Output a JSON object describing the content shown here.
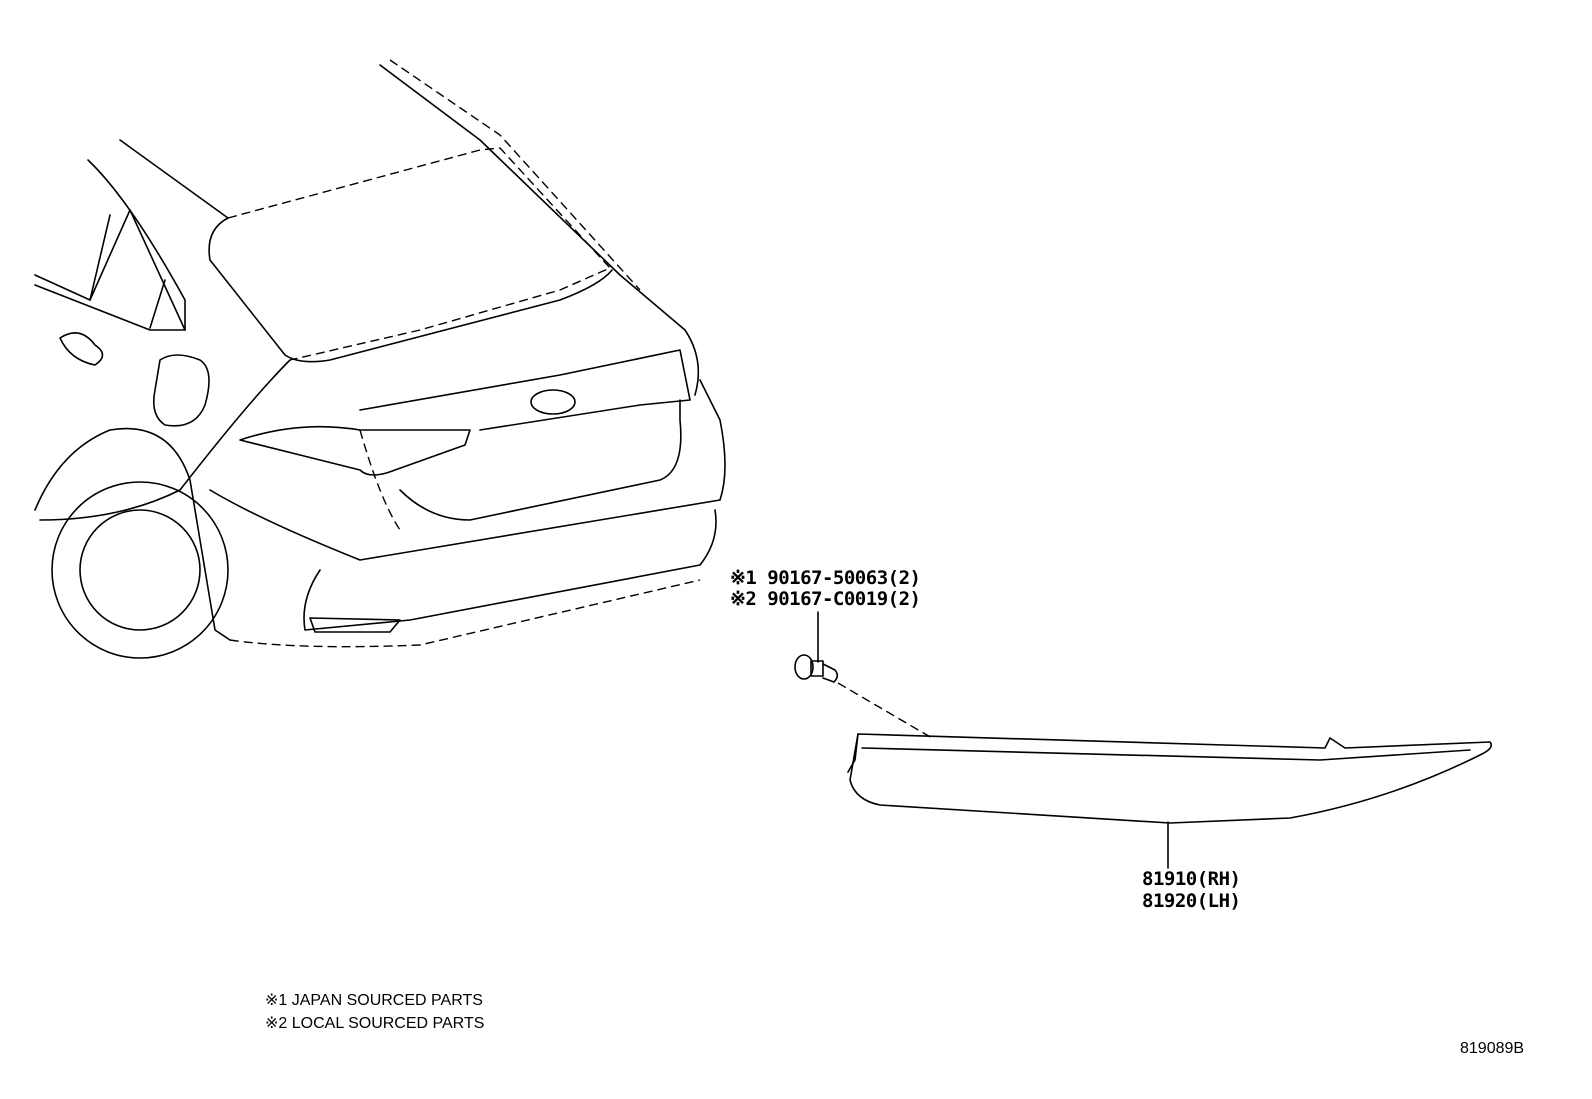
{
  "diagram_code": "819089B",
  "callouts": {
    "bolt": [
      "※1 90167-50063(2)",
      "※2 90167-C0019(2)"
    ],
    "reflector": [
      "81910(RH)",
      "81920(LH)"
    ]
  },
  "legend": [
    "※1 JAPAN SOURCED PARTS",
    "※2 LOCAL SOURCED PARTS"
  ],
  "parts": {
    "vehicle": "rear-view-car-outline",
    "bolt": "bolt-icon",
    "reflector": "rear-reflector-icon"
  }
}
